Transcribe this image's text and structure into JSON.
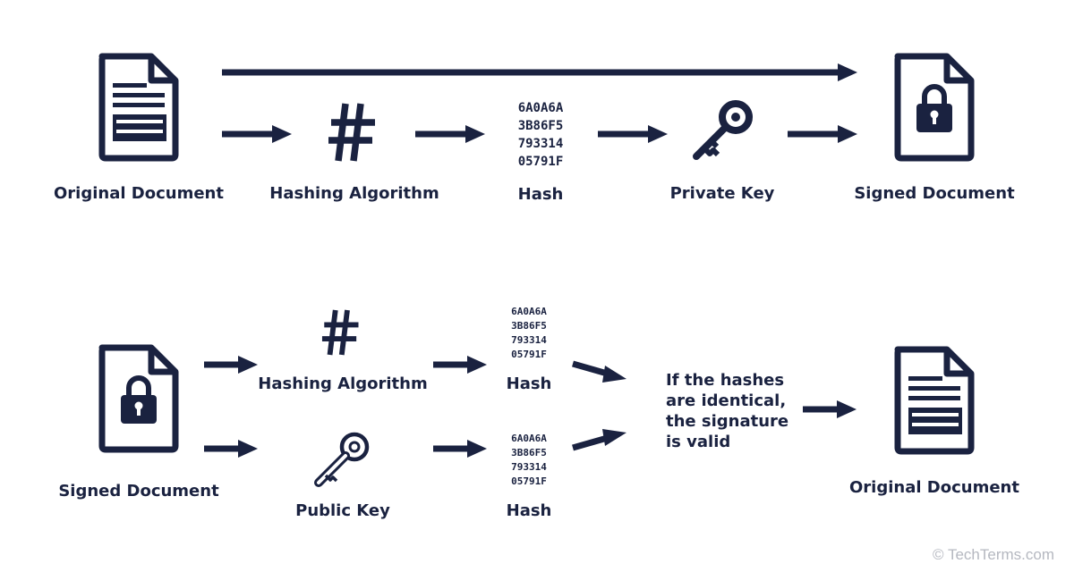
{
  "colors": {
    "ink": "#1a2240",
    "background": "#ffffff",
    "copyright": "#b5b8c0"
  },
  "signing": {
    "original_document_label": "Original Document",
    "hashing_algorithm_label": "Hashing Algorithm",
    "hash_label": "Hash",
    "hash_lines": [
      "6A0A6A",
      "3B86F5",
      "793314",
      "05791F"
    ],
    "private_key_label": "Private Key",
    "signed_document_label": "Signed Document"
  },
  "verification": {
    "signed_document_label": "Signed Document",
    "hashing_algorithm_label": "Hashing Algorithm",
    "public_key_label": "Public Key",
    "hash_top_label": "Hash",
    "hash_top_lines": [
      "6A0A6A",
      "3B86F5",
      "793314",
      "05791F"
    ],
    "hash_bottom_label": "Hash",
    "hash_bottom_lines": [
      "6A0A6A",
      "3B86F5",
      "793314",
      "05791F"
    ],
    "condition_lines": [
      "If the hashes",
      "are identical,",
      "the signature",
      "is valid"
    ],
    "original_document_label": "Original Document"
  },
  "icons": {
    "document": "document-icon",
    "locked_document": "locked-document-icon",
    "hash_symbol": "hash-symbol-icon",
    "key": "key-icon",
    "arrow": "arrow-icon"
  },
  "copyright": "© TechTerms.com"
}
